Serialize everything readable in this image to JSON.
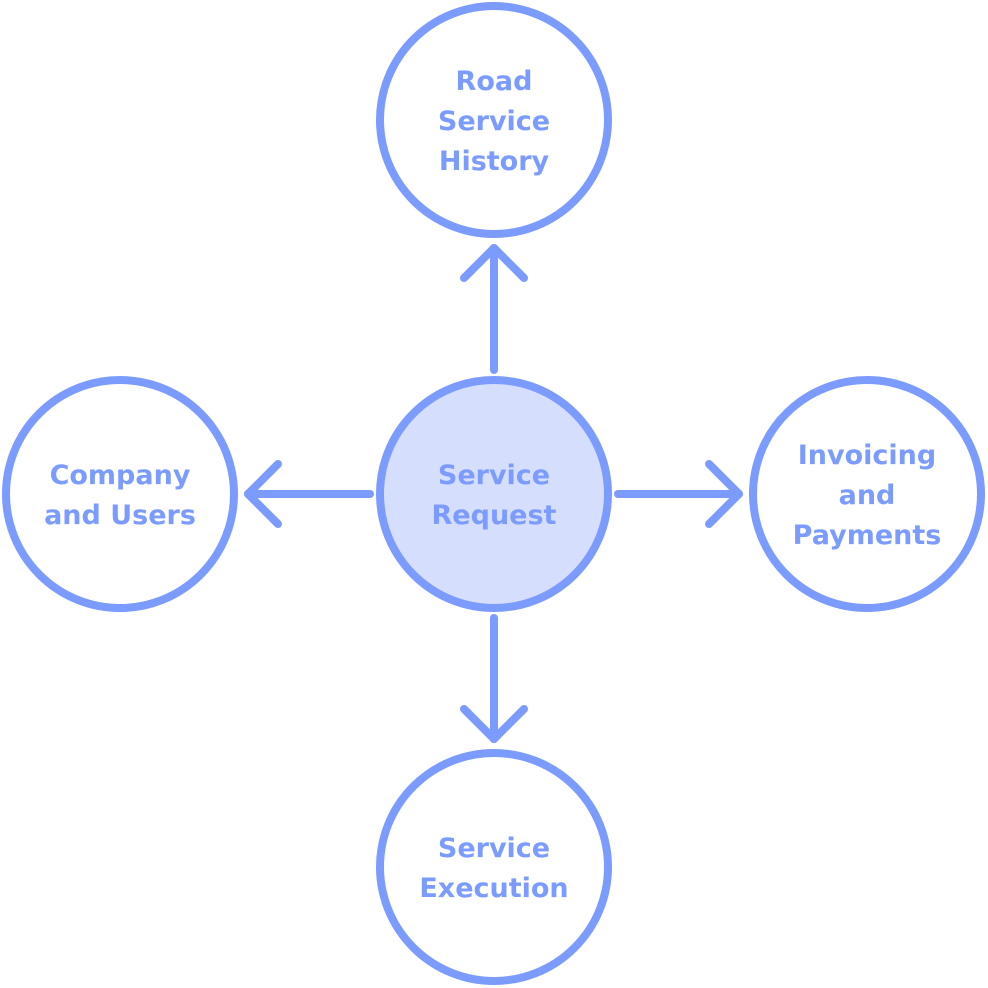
{
  "diagram": {
    "title": "",
    "colors": {
      "stroke": "#7b9bff",
      "text": "#7b9bff",
      "center_fill": "#d5defc",
      "node_fill": "#ffffff"
    },
    "center": {
      "id": "service-request",
      "lines": [
        "Service",
        "Request"
      ]
    },
    "nodes": [
      {
        "id": "road-service-history",
        "position": "top",
        "lines": [
          "Road",
          "Service",
          "History"
        ]
      },
      {
        "id": "company-and-users",
        "position": "left",
        "lines": [
          "Company",
          "and Users"
        ]
      },
      {
        "id": "invoicing-and-payments",
        "position": "right",
        "lines": [
          "Invoicing",
          "and",
          "Payments"
        ]
      },
      {
        "id": "service-execution",
        "position": "bottom",
        "lines": [
          "Service",
          "Execution"
        ]
      }
    ],
    "edges": [
      {
        "from": "service-request",
        "to": "road-service-history",
        "direction": "up"
      },
      {
        "from": "service-request",
        "to": "company-and-users",
        "direction": "left"
      },
      {
        "from": "service-request",
        "to": "invoicing-and-payments",
        "direction": "right"
      },
      {
        "from": "service-request",
        "to": "service-execution",
        "direction": "down"
      }
    ]
  }
}
